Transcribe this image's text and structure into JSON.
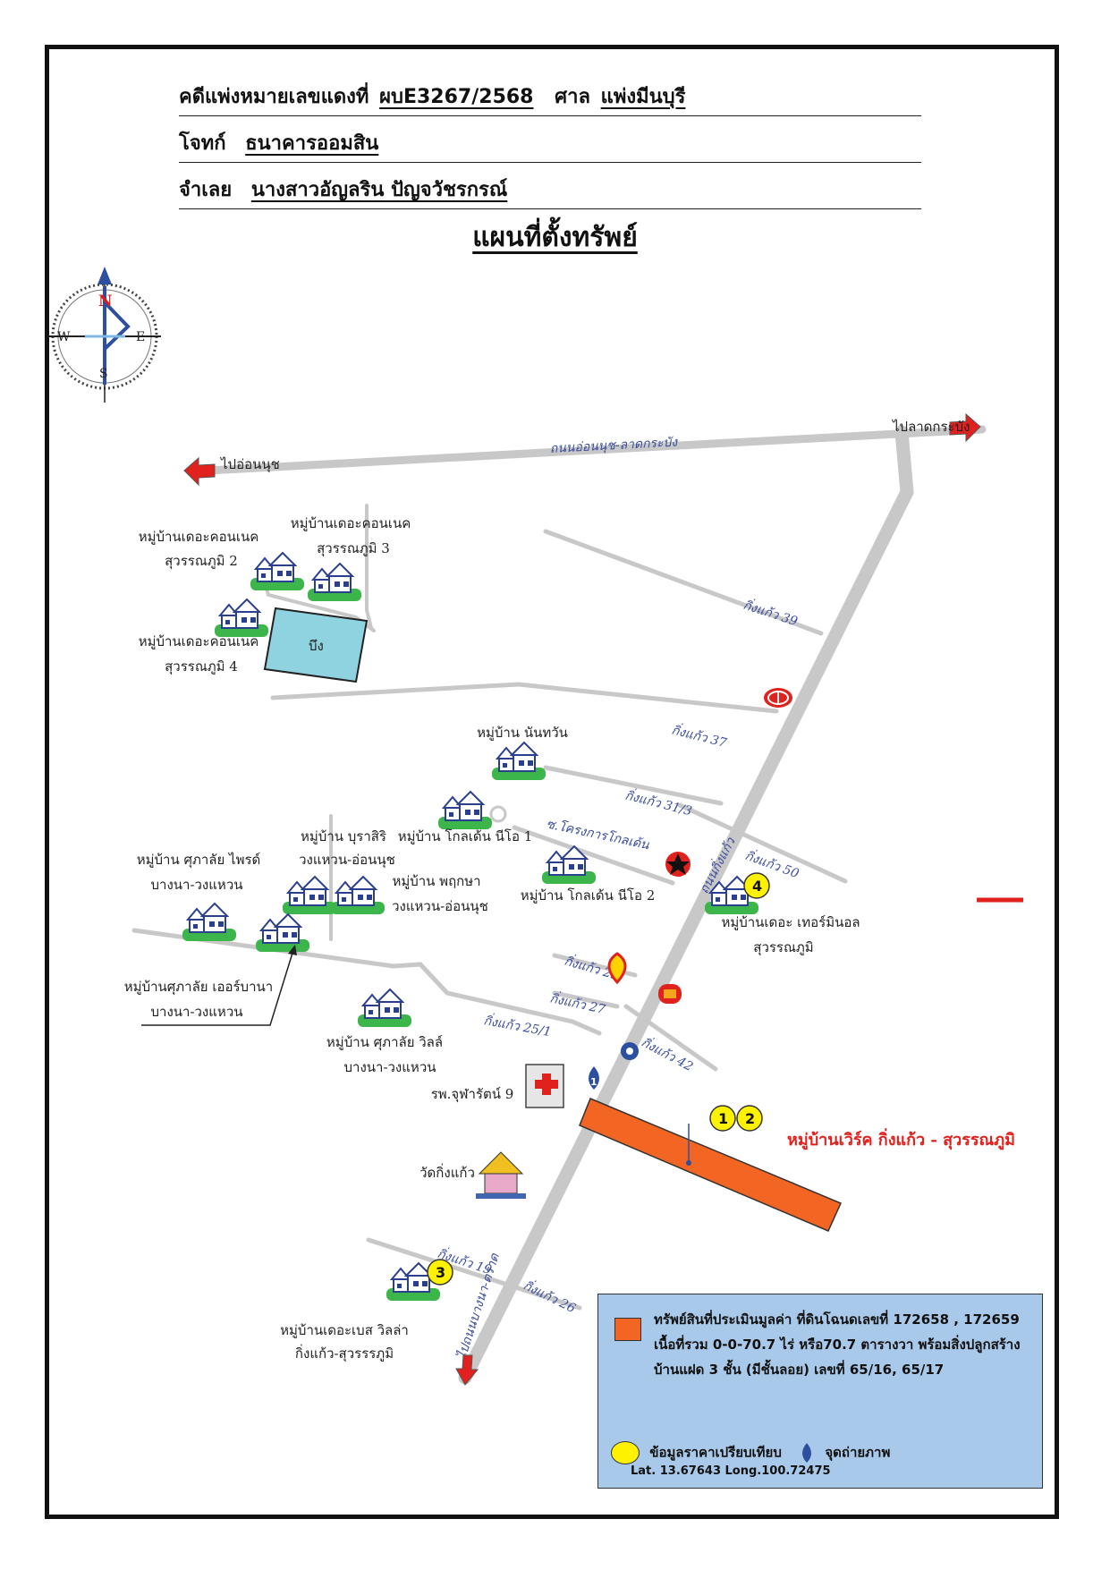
{
  "header": {
    "case_prefix": "คดีแพ่งหมายเลขแดงที่",
    "case_number": "ผบE3267/2568",
    "court_label": "ศาล",
    "court_name": "แพ่งมีนบุรี",
    "plaintiff_label": "โจทก์",
    "plaintiff_name": "ธนาคารออมสิน",
    "defendant_label": "จำเลย",
    "defendant_name": "นางสาวอัญลริน ปัญจวัชรกรณ์"
  },
  "map": {
    "title": "แผนที่ตั้งทรัพย์",
    "compass": {
      "n": "N",
      "s": "S",
      "e": "E",
      "w": "W"
    },
    "main_road": "ถนนอ่อนนุช-ลาดกระบัง",
    "to_onnut": "ไปอ่อนนุช",
    "to_ladkrabang": "ไปลาดกระบัง",
    "kingkaew_road": "ถนนกิ่งแก้ว",
    "to_bangphli": "ไปถนนบางนา-ตราด",
    "pond": "บึง",
    "markers": {
      "m12a": "1",
      "m12b": "2",
      "m3": "3",
      "m4": "4",
      "photo": "1"
    },
    "sois": {
      "s39": "กิ่งแก้ว 39",
      "s37": "กิ่งแก้ว 37",
      "s31_3": "กิ่งแก้ว 31/3",
      "s50": "กิ่งแก้ว 50",
      "s29": "กิ่งแก้ว 29",
      "s27": "กิ่งแก้ว 27",
      "s25_1": "กิ่งแก้ว 25/1",
      "s42": "กิ่งแก้ว 42",
      "s19": "กิ่งแก้ว 19",
      "s26": "กิ่งแก้ว 26",
      "golden_project": "ซ.โครงการโกลเด้น"
    },
    "places": {
      "connect2_a": "หมู่บ้านเดอะคอนเนค",
      "connect2_b": "สุวรรณภูมิ 2",
      "connect3_a": "หมู่บ้านเดอะคอนเนค",
      "connect3_b": "สุวรรณภูมิ 3",
      "connect4_a": "หมู่บ้านเดอะคอนเนค",
      "connect4_b": "สุวรรณภูมิ 4",
      "nantawan": "หมู่บ้าน นันทวัน",
      "golden_neo1": "หมู่บ้าน โกลเด้น นีโอ 1",
      "golden_neo2": "หมู่บ้าน โกลเด้น นีโอ 2",
      "burasiri_a": "หมู่บ้าน บุราสิริ",
      "burasiri_b": "วงแหวน-อ่อนนุช",
      "pruksa_a": "หมู่บ้าน พฤกษา",
      "pruksa_b": "วงแหวน-อ่อนนุช",
      "supalai_pride_a": "หมู่บ้าน ศุภาลัย ไพรด์",
      "supalai_pride_b": "บางนา-วงแหวน",
      "terminal_a": "หมู่บ้านเดอะ เทอร์มินอล",
      "terminal_b": "สุวรรณภูมิ",
      "supalai_urbana_a": "หมู่บ้านศุภาลัย เออร์บานา",
      "supalai_urbana_b": "บางนา-วงแหวน",
      "supalai_ville_a": "หมู่บ้าน ศุภาลัย วิลล์",
      "supalai_ville_b": "บางนา-วงแหวน",
      "hospital": "รพ.จุฬารัตน์ 9",
      "temple": "วัดกิ่งแก้ว",
      "best_villa_a": "หมู่บ้านเดอะเบส วิลล่า",
      "best_villa_b": "กิ่งแก้ว-สุวรรรภูมิ",
      "subject": "หมู่บ้านเวิร์ค กิ่งแก้ว - สุวรรณภูมิ"
    }
  },
  "legend": {
    "property_text": "ทรัพย์สินที่ประเมินมูลค่า ที่ดินโฉนดเลขที่ 172658 , 172659 เนื้อที่รวม 0-0-70.7 ไร่ หรือ70.7 ตารางวา พร้อมสิ่งปลูกสร้างบ้านแฝด 3 ชั้น (มีชั้นลอย) เลขที่ 65/16, 65/17",
    "comparison_label": "ข้อมูลราคาเปรียบเทียบ",
    "photo_label": "จุดถ่ายภาพ",
    "coordinates": "Lat. 13.67643  Long.100.72475"
  },
  "colors": {
    "subject_fill": "#f26522",
    "road": "#c8c8c8",
    "arrow": "#e0211d",
    "legend_bg": "#a9c9ea",
    "pond": "#8fd3e0",
    "marker": "#fff200",
    "soi_label": "#3a4d9a"
  }
}
